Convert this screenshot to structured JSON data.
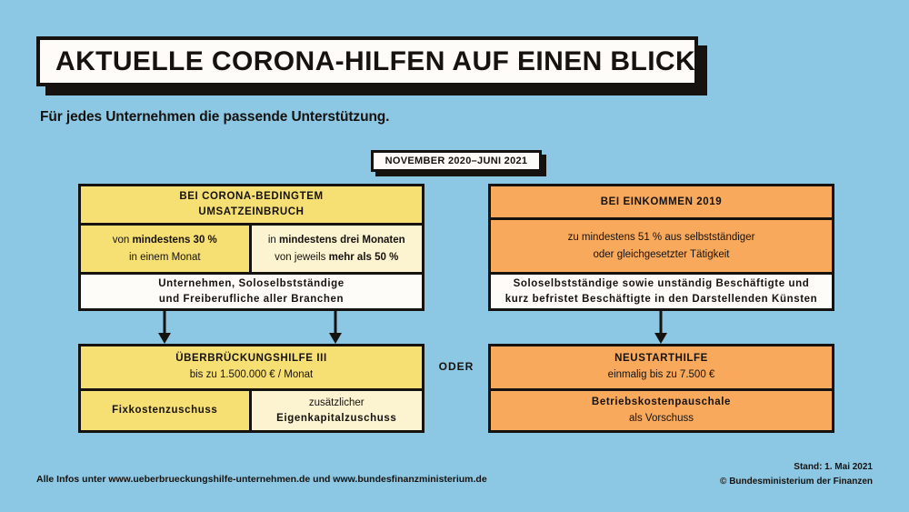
{
  "colors": {
    "background": "#8cc8e4",
    "ink": "#16120f",
    "paper": "#fdfcf8",
    "yellow_dark": "#f6df73",
    "yellow_light": "#fcf3d0",
    "orange": "#f8a95c"
  },
  "header": {
    "title": "AKTUELLE CORONA-HILFEN AUF EINEN BLICK",
    "subtitle": "Für jedes Unternehmen die passende Unterstützung."
  },
  "period_badge": {
    "label": "NOVEMBER 2020–JUNI 2021"
  },
  "connector": {
    "oder_label": "ODER"
  },
  "left_branch": {
    "condition_heading": "BEI CORONA-BEDINGTEM\nUMSATZEINBRUCH",
    "condition_heading_line1": "BEI CORONA-BEDINGTEM",
    "condition_heading_line2": "UMSATZEINBRUCH",
    "criteria": [
      {
        "line1_prefix": "von ",
        "line1_bold": "mindestens 30 %",
        "line2": "in einem Monat"
      },
      {
        "line1_prefix": "in ",
        "line1_bold": "mindestens drei Monaten",
        "line2_prefix": "von jeweils ",
        "line2_bold": "mehr als 50 %"
      }
    ],
    "eligible_line1": "Unternehmen, Soloselbstständige",
    "eligible_line2": "und Freiberufliche aller Branchen",
    "aid_name": "ÜBERBRÜCKUNGSHILFE III",
    "aid_amount": "bis zu 1.500.000 € / Monat",
    "components": [
      {
        "line1": "Fixkostenzuschuss",
        "line2": ""
      },
      {
        "line1": "zusätzlicher",
        "line2": "Eigenkapitalzuschuss"
      }
    ]
  },
  "right_branch": {
    "condition_heading": "BEI EINKOMMEN 2019",
    "criteria_line1": "zu mindestens 51 % aus selbstständiger",
    "criteria_line2": "oder gleichgesetzter Tätigkeit",
    "eligible_line1": "Soloselbstständige sowie unständig Beschäftigte und",
    "eligible_line2": "kurz befristet Beschäftigte in den Darstellenden Künsten",
    "aid_name": "NEUSTARTHILFE",
    "aid_amount": "einmalig bis zu 7.500 €",
    "component_line1": "Betriebskostenpauschale",
    "component_line2": "als Vorschuss"
  },
  "footer": {
    "info": "Alle Infos unter www.ueberbrueckungshilfe-unternehmen.de und www.bundesfinanzministerium.de",
    "status": "Stand: 1. Mai 2021",
    "copyright": "© Bundesministerium der Finanzen"
  }
}
